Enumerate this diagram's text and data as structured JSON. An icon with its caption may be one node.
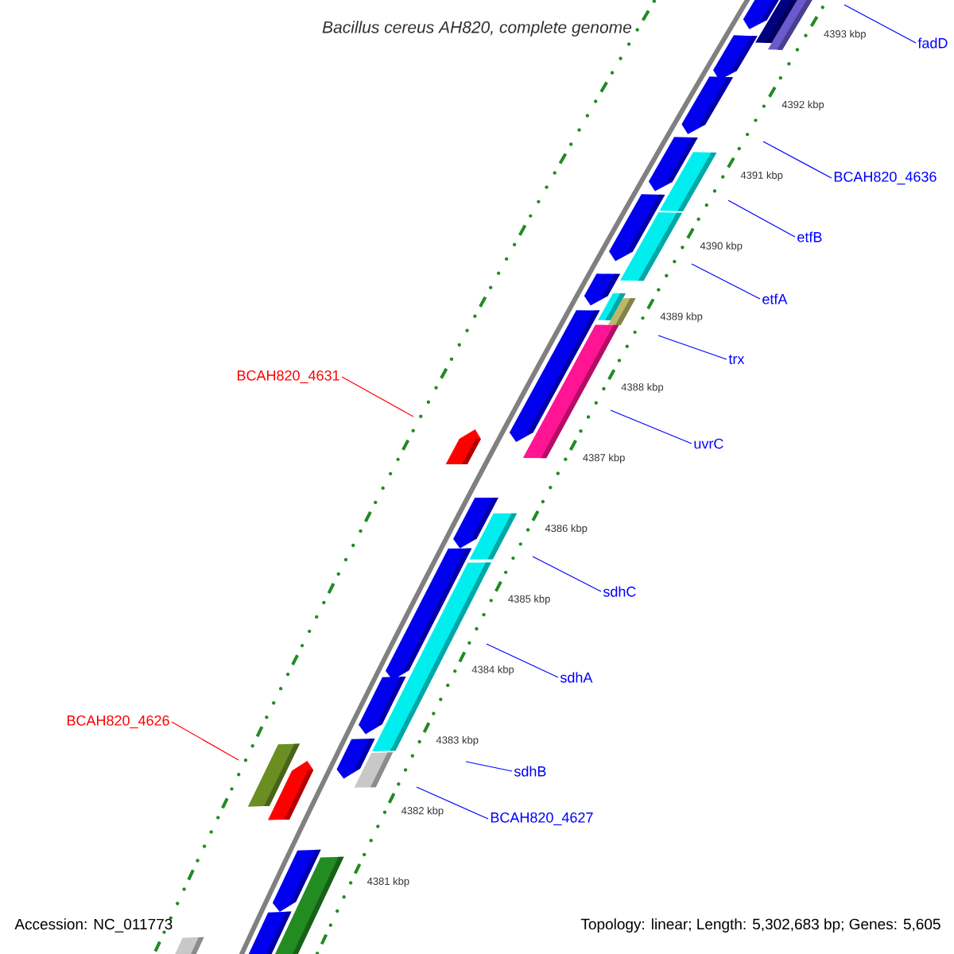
{
  "diagram": {
    "title": "Bacillus cereus AH820, complete genome",
    "nodes": [
      {
        "text": [
          "fadD"
        ]
      },
      {
        "text": [
          "BCAH820_4636"
        ]
      },
      {
        "text": [
          "etfB"
        ]
      },
      {
        "text": [
          "etfA"
        ]
      },
      {
        "text": [
          "trx"
        ]
      },
      {
        "text": [
          "BCAH820_4631"
        ]
      },
      {
        "text": [
          "uvrC"
        ]
      },
      {
        "text": [
          "sdhC"
        ]
      },
      {
        "text": [
          "sdhA"
        ]
      },
      {
        "text": [
          "BCAH820_4626"
        ]
      },
      {
        "text": [
          "sdhB"
        ]
      },
      {
        "text": [
          "BCAH820_4627"
        ]
      }
    ],
    "edges": [
      {
        "from": 0,
        "to": null,
        "arrow": "none"
      },
      {
        "from": 1,
        "to": null,
        "arrow": "none"
      },
      {
        "from": 2,
        "to": null,
        "arrow": "none"
      },
      {
        "from": 3,
        "to": null,
        "arrow": "none"
      },
      {
        "from": 4,
        "to": null,
        "arrow": "none"
      },
      {
        "from": 5,
        "to": null,
        "arrow": "none",
        "color": "#ff0000"
      },
      {
        "from": 6,
        "to": null,
        "arrow": "none"
      },
      {
        "from": 7,
        "to": null,
        "arrow": "none"
      },
      {
        "from": 8,
        "to": null,
        "arrow": "none"
      },
      {
        "from": 9,
        "to": null,
        "arrow": "none",
        "color": "#ff0000"
      },
      {
        "from": 10,
        "to": null,
        "arrow": "none"
      },
      {
        "from": 11,
        "to": null,
        "arrow": "none"
      }
    ],
    "labels": [
      "4393 kbp",
      "4392 kbp",
      "4391 kbp",
      "4390 kbp",
      "4389 kbp",
      "4388 kbp",
      "4387 kbp",
      "4386 kbp",
      "4385 kbp",
      "4384 kbp",
      "4383 kbp",
      "4382 kbp",
      "4381 kbp",
      "Accession: NC_011773",
      "Topology: linear; Length: 5,302,683 bp; Genes: 5,605"
    ]
  }
}
